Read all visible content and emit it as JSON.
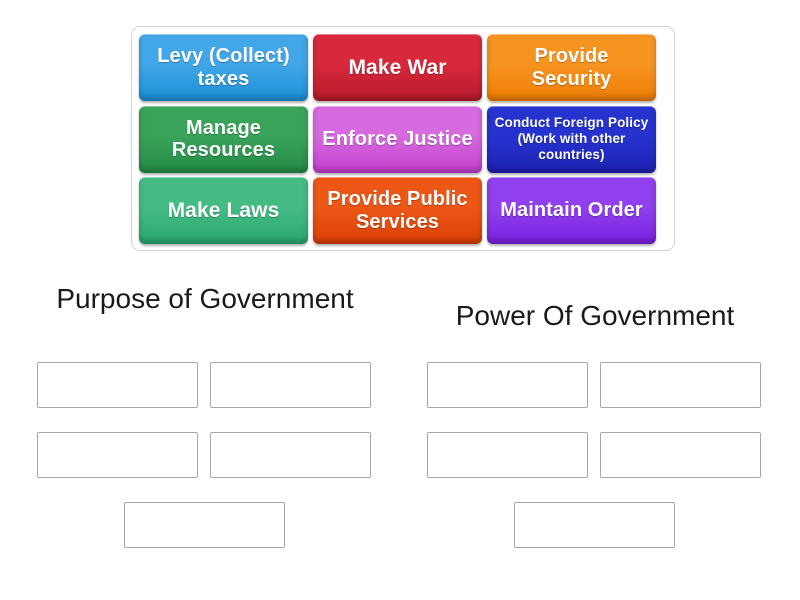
{
  "tray": {
    "name": "draggable-tiles-tray",
    "rows": [
      [
        {
          "label": "Levy (Collect) taxes",
          "color_top": "#41a7e8",
          "color_bottom": "#1b8fd6",
          "size": "sz-md"
        },
        {
          "label": "Make War",
          "color_top": "#d8283c",
          "color_bottom": "#b81a2c",
          "size": "sz-lg"
        },
        {
          "label": "Provide Security",
          "color_top": "#f79420",
          "color_bottom": "#ef7d05",
          "size": "sz-md"
        }
      ],
      [
        {
          "label": "Manage Resources",
          "color_top": "#3aa35a",
          "color_bottom": "#238b46",
          "size": "sz-md"
        },
        {
          "label": "Enforce Justice",
          "color_top": "#d66ade",
          "color_bottom": "#c33fd0",
          "size": "sz-md"
        },
        {
          "label": "Conduct Foreign Policy (Work with other countries)",
          "color_top": "#2633cf",
          "color_bottom": "#1d22b3",
          "size": "sz-sm"
        }
      ],
      [
        {
          "label": "Make Laws",
          "color_top": "#45bb85",
          "color_bottom": "#2aa86f",
          "size": "sz-lg"
        },
        {
          "label": "Provide Public Services",
          "color_top": "#ec5715",
          "color_bottom": "#dc3f06",
          "size": "sz-md"
        },
        {
          "label": "Maintain Order",
          "color_top": "#9040ee",
          "color_bottom": "#7a20e0",
          "size": "sz-md"
        }
      ]
    ]
  },
  "categories": {
    "left": {
      "title": "Purpose of Government",
      "slots": [
        "",
        "",
        "",
        "",
        ""
      ]
    },
    "right": {
      "title": "Power Of Government",
      "slots": [
        "",
        "",
        "",
        "",
        ""
      ]
    }
  },
  "colors": {
    "page_background": "#ffffff",
    "tray_border": "#d4d4d4",
    "dropzone_border": "#a8a8a8",
    "heading_text": "#1a1a1a",
    "tile_text": "#ffffff"
  }
}
